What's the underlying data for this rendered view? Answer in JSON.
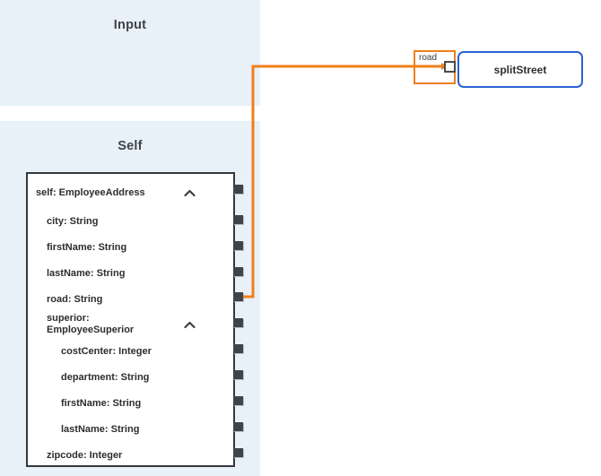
{
  "lanes": [
    {
      "id": "input",
      "title": "Input"
    },
    {
      "id": "self",
      "title": "Self"
    }
  ],
  "self_structure": {
    "rows": [
      {
        "label": "self: EmployeeAddress",
        "indent": 0,
        "collapsible": true,
        "chevron": "chevron-up-icon",
        "port": true
      },
      {
        "label": "city: String",
        "indent": 1,
        "collapsible": false,
        "chevron": "",
        "port": true
      },
      {
        "label": "firstName: String",
        "indent": 1,
        "collapsible": false,
        "chevron": "",
        "port": true
      },
      {
        "label": "lastName: String",
        "indent": 1,
        "collapsible": false,
        "chevron": "",
        "port": true
      },
      {
        "label": "road: String",
        "indent": 1,
        "collapsible": false,
        "chevron": "",
        "port": true
      },
      {
        "label": "superior:\nEmployeeSuperior",
        "indent": 1,
        "collapsible": true,
        "chevron": "chevron-up-icon",
        "port": true
      },
      {
        "label": "costCenter: Integer",
        "indent": 2,
        "collapsible": false,
        "chevron": "",
        "port": true
      },
      {
        "label": "department: String",
        "indent": 2,
        "collapsible": false,
        "chevron": "",
        "port": true
      },
      {
        "label": "firstName: String",
        "indent": 2,
        "collapsible": false,
        "chevron": "",
        "port": true
      },
      {
        "label": "lastName: String",
        "indent": 2,
        "collapsible": false,
        "chevron": "",
        "port": true
      },
      {
        "label": "zipcode: Integer",
        "indent": 1,
        "collapsible": false,
        "chevron": "",
        "port": true
      }
    ]
  },
  "function_node": {
    "name": "splitStreet",
    "input_parameter": "road"
  },
  "connection": {
    "from": "road: String",
    "to": "road",
    "color": "#ef7f1a"
  },
  "colors": {
    "lane_background": "#e8f1f8",
    "wire": "#ef7f1a",
    "node_border": "#2a62d0",
    "structure_border": "#333840",
    "port": "#3f434a"
  }
}
